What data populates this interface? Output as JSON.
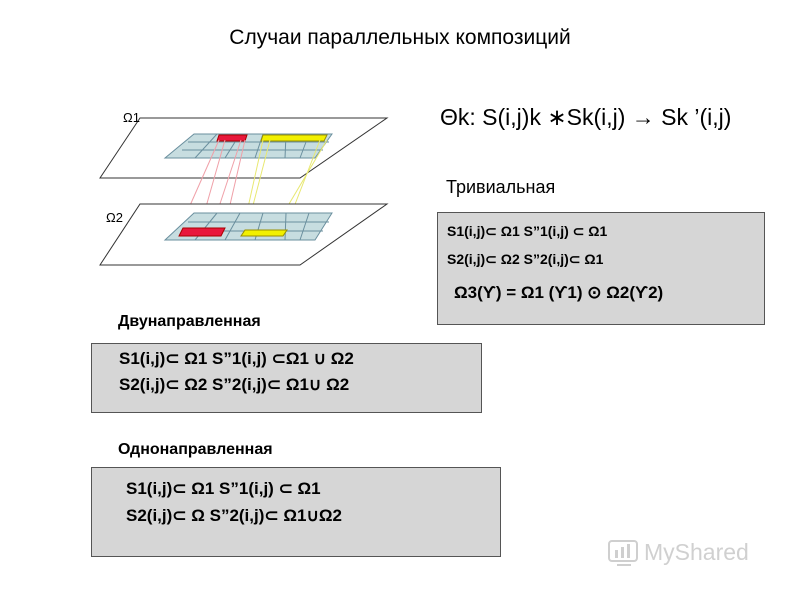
{
  "title": "Случаи параллельных композиций",
  "omega_labels": [
    "Ω1",
    "Ω2"
  ],
  "formula": "Θk:  S(i,j)k ∗Sk(i,j) → Sk ’(i,j)",
  "trivial": {
    "label": "Тривиальная",
    "rows": [
      "S1(i,j)⊂ Ω1     S”1(i,j)  ⊂ Ω1",
      "S2(i,j)⊂ Ω2     S”2(i,j)⊂  Ω1",
      "Ω3(ϒ)  = Ω1 (ϒ1) ⊙  Ω2(ϒ2)"
    ]
  },
  "bidirectional": {
    "label": "Двунаправленная",
    "rows": [
      "S1(i,j)⊂ Ω1     S”1(i,j)  ⊂Ω1 ∪ Ω2",
      "S2(i,j)⊂ Ω2     S”2(i,j)⊂  Ω1∪  Ω2"
    ]
  },
  "unidirectional": {
    "label": "Однонаправленная",
    "rows": [
      "S1(i,j)⊂ Ω1         S”1(i,j)  ⊂ Ω1",
      "S2(i,j)⊂ Ω          S”2(i,j)⊂  Ω1∪Ω2"
    ]
  },
  "watermark": "MyShared",
  "colors": {
    "grid_fill": "#c7dde0",
    "grid_line": "#6a8f9e",
    "red_cell": "#e8183c",
    "yellow_cell": "#f2f000",
    "box_fill": "#d6d6d6"
  }
}
